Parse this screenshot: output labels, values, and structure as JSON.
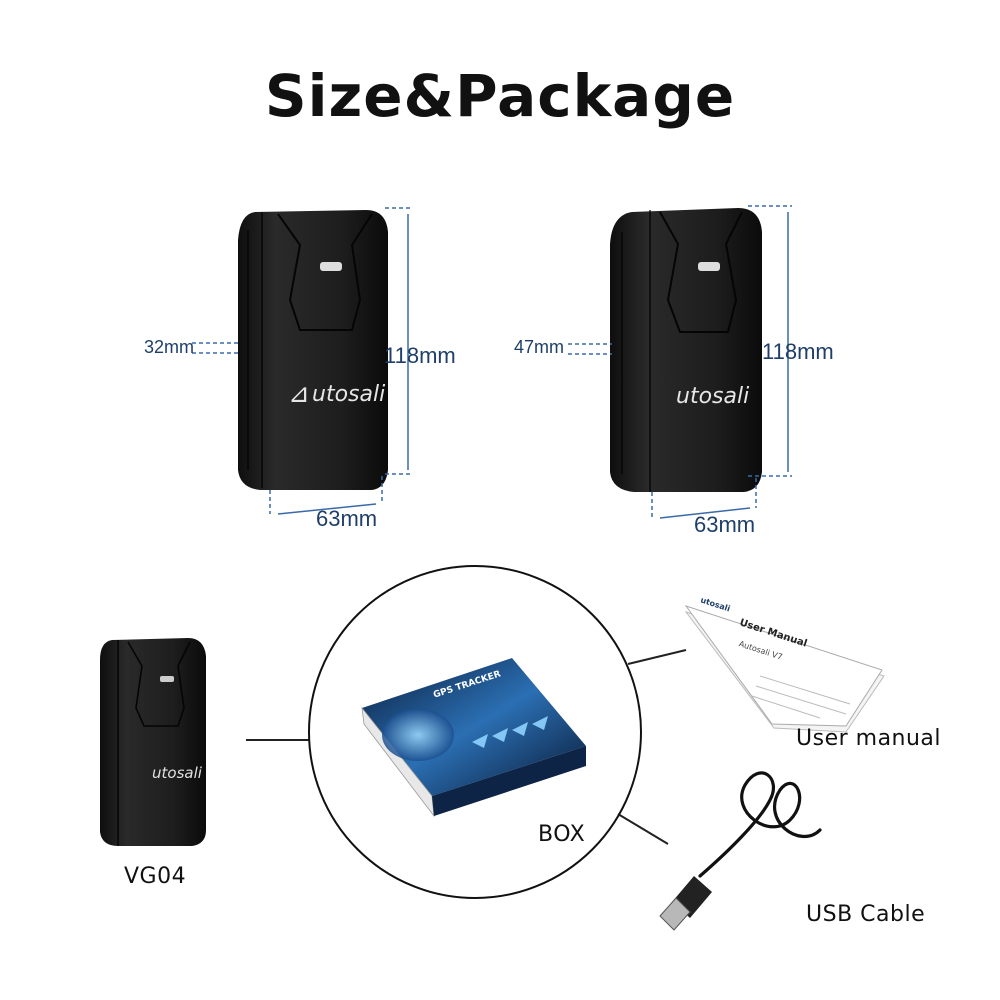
{
  "title": "Size&Package",
  "devices": [
    {
      "brand": "utosali",
      "thickness": "32mm",
      "height": "118mm",
      "width": "63mm"
    },
    {
      "brand": "utosali",
      "thickness": "47mm",
      "height": "118mm",
      "width": "63mm"
    }
  ],
  "package": {
    "device": {
      "brand": "utosali",
      "label": "VG04"
    },
    "box": {
      "label": "BOX",
      "print_title": "GPS TRACKER"
    },
    "manual": {
      "label": "User manual",
      "cover_title": "User Manual",
      "cover_subtitle": "Autosali V7",
      "cover_brand": "utosali"
    },
    "cable": {
      "label": "USB Cable"
    }
  },
  "colors": {
    "dimension_line": "#3a6aa8",
    "device_body": "#1c1c1c",
    "text": "#111111"
  }
}
